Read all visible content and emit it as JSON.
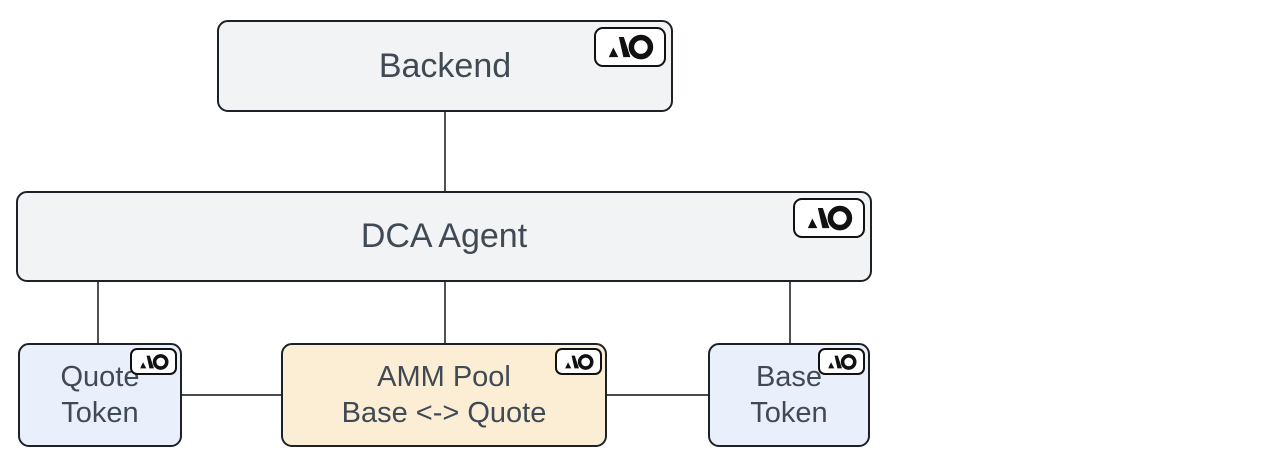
{
  "diagram": {
    "nodes": {
      "backend": {
        "label": "Backend"
      },
      "dca_agent": {
        "label": "DCA Agent"
      },
      "quote_token": {
        "label": "Quote\nToken"
      },
      "amm_pool": {
        "label": "AMM Pool\nBase <-> Quote"
      },
      "base_token": {
        "label": "Base\nToken"
      }
    },
    "edges": [
      {
        "from": "backend",
        "to": "dca_agent"
      },
      {
        "from": "dca_agent",
        "to": "quote_token"
      },
      {
        "from": "dca_agent",
        "to": "amm_pool"
      },
      {
        "from": "dca_agent",
        "to": "base_token"
      },
      {
        "from": "quote_token",
        "to": "amm_pool"
      },
      {
        "from": "amm_pool",
        "to": "base_token"
      }
    ],
    "icons": {
      "node_badge": "ao-logo-icon"
    },
    "colors": {
      "canvas_bg": "#ffffff",
      "node_gray_fill": "#f2f3f5",
      "node_blue_fill": "#eaf0fb",
      "node_orange_fill": "#fbeed5",
      "node_border": "#1d2228",
      "connector": "#2e3338",
      "text": "#404a54",
      "badge_fill": "#ffffff",
      "badge_border": "#111111"
    }
  }
}
